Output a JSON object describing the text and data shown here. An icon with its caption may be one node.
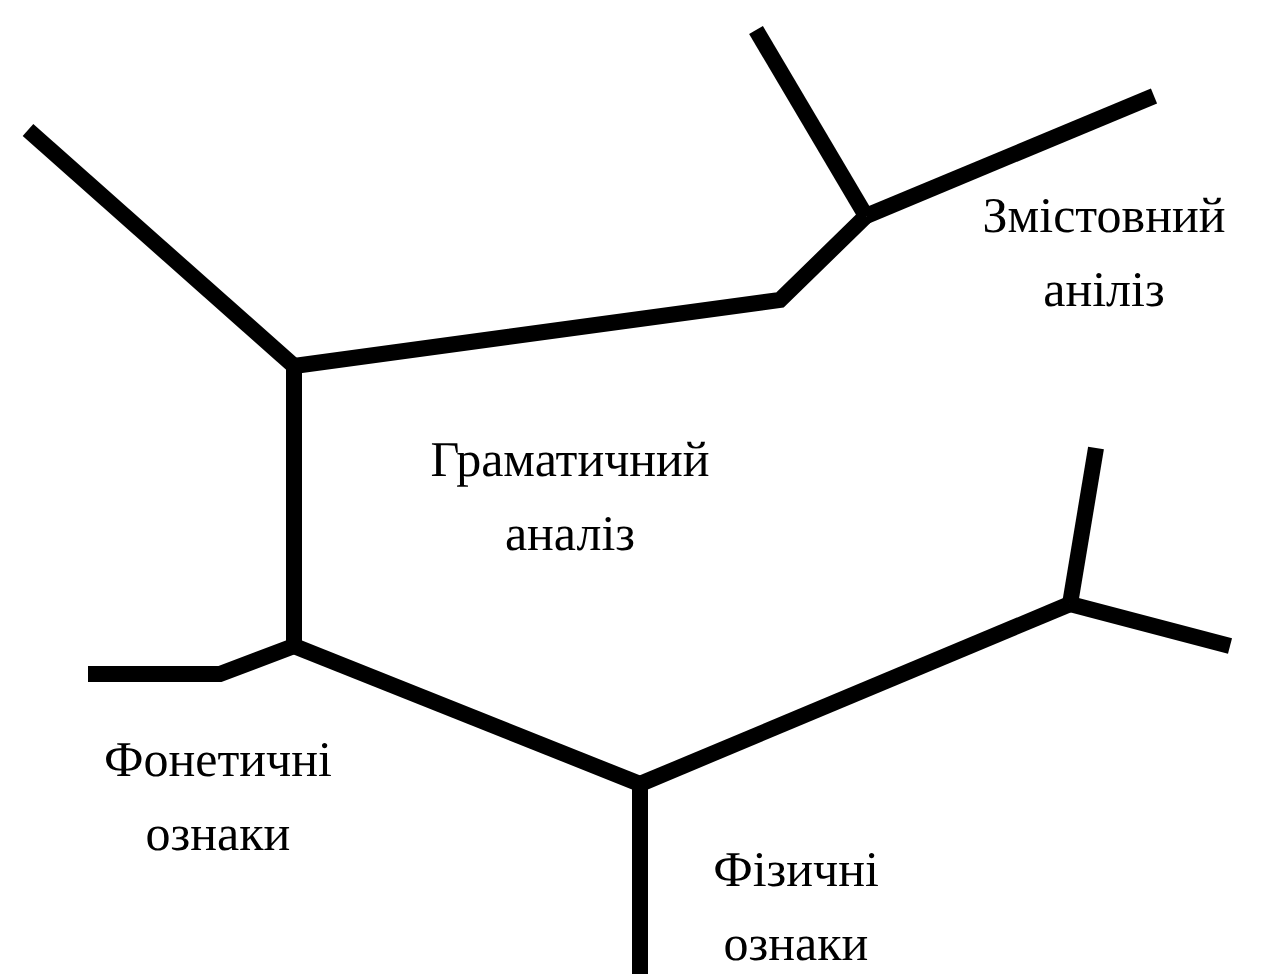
{
  "diagram": {
    "labels": [
      "Змістовний аніліз",
      "Граматичний аналіз",
      "Фонетичні ознаки",
      "Фізичні ознаки"
    ]
  }
}
